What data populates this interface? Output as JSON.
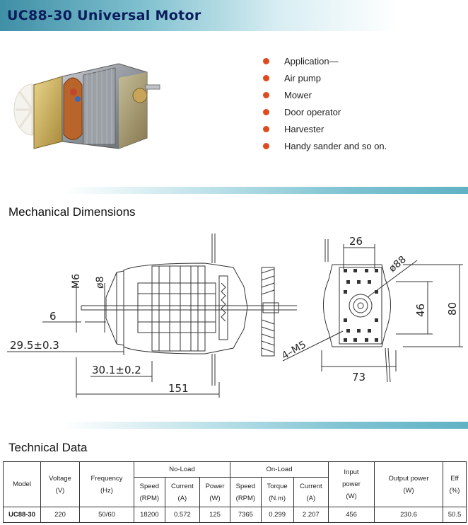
{
  "title": "UC88-30 Universal Motor",
  "applications": [
    "Application—",
    "Air pump",
    "Mower",
    "Door operator",
    "Harvester",
    "Handy sander and so on."
  ],
  "sections": {
    "mechanical": "Mechanical Dimensions",
    "technical": "Technical Data"
  },
  "dimensions": {
    "m6": "M6",
    "d8": "ø8",
    "d6": "6",
    "d29_5": "29.5±0.3",
    "d30_1": "30.1±0.2",
    "d151": "151",
    "d26": "26",
    "d88": "ø88",
    "d46": "46",
    "d80": "80",
    "d4m5": "4–M5",
    "d73": "73"
  },
  "table": {
    "model_h": "Model",
    "voltage_h": "Voltage",
    "voltage_u": "(V)",
    "freq_h": "Frequency",
    "freq_u": "(Hz)",
    "noload_h": "No-Load",
    "onload_h": "On-Load",
    "speed_h": "Speed",
    "speed_u": "(RPM)",
    "current_h": "Current",
    "current_u": "(A)",
    "power_h": "Power",
    "power_u": "(W)",
    "torque_h": "Torque",
    "torque_u": "(N.m)",
    "input_h1": "Input",
    "input_h2": "power",
    "input_u": "(W)",
    "output_h": "Output power",
    "output_u": "(W)",
    "eff_h": "Eff",
    "eff_u": "(%)",
    "row": {
      "model": "UC88-30",
      "voltage": "220",
      "frequency": "50/60",
      "nl_speed": "18200",
      "nl_current": "0.572",
      "nl_power": "125",
      "ol_speed": "7365",
      "ol_torque": "0.299",
      "ol_current": "2.207",
      "input": "456",
      "output": "230.6",
      "eff": "50.5"
    }
  },
  "colors": {
    "bullet": "#e04a1e",
    "title": "#0b1d5c",
    "accent": "#5fb2c4"
  }
}
